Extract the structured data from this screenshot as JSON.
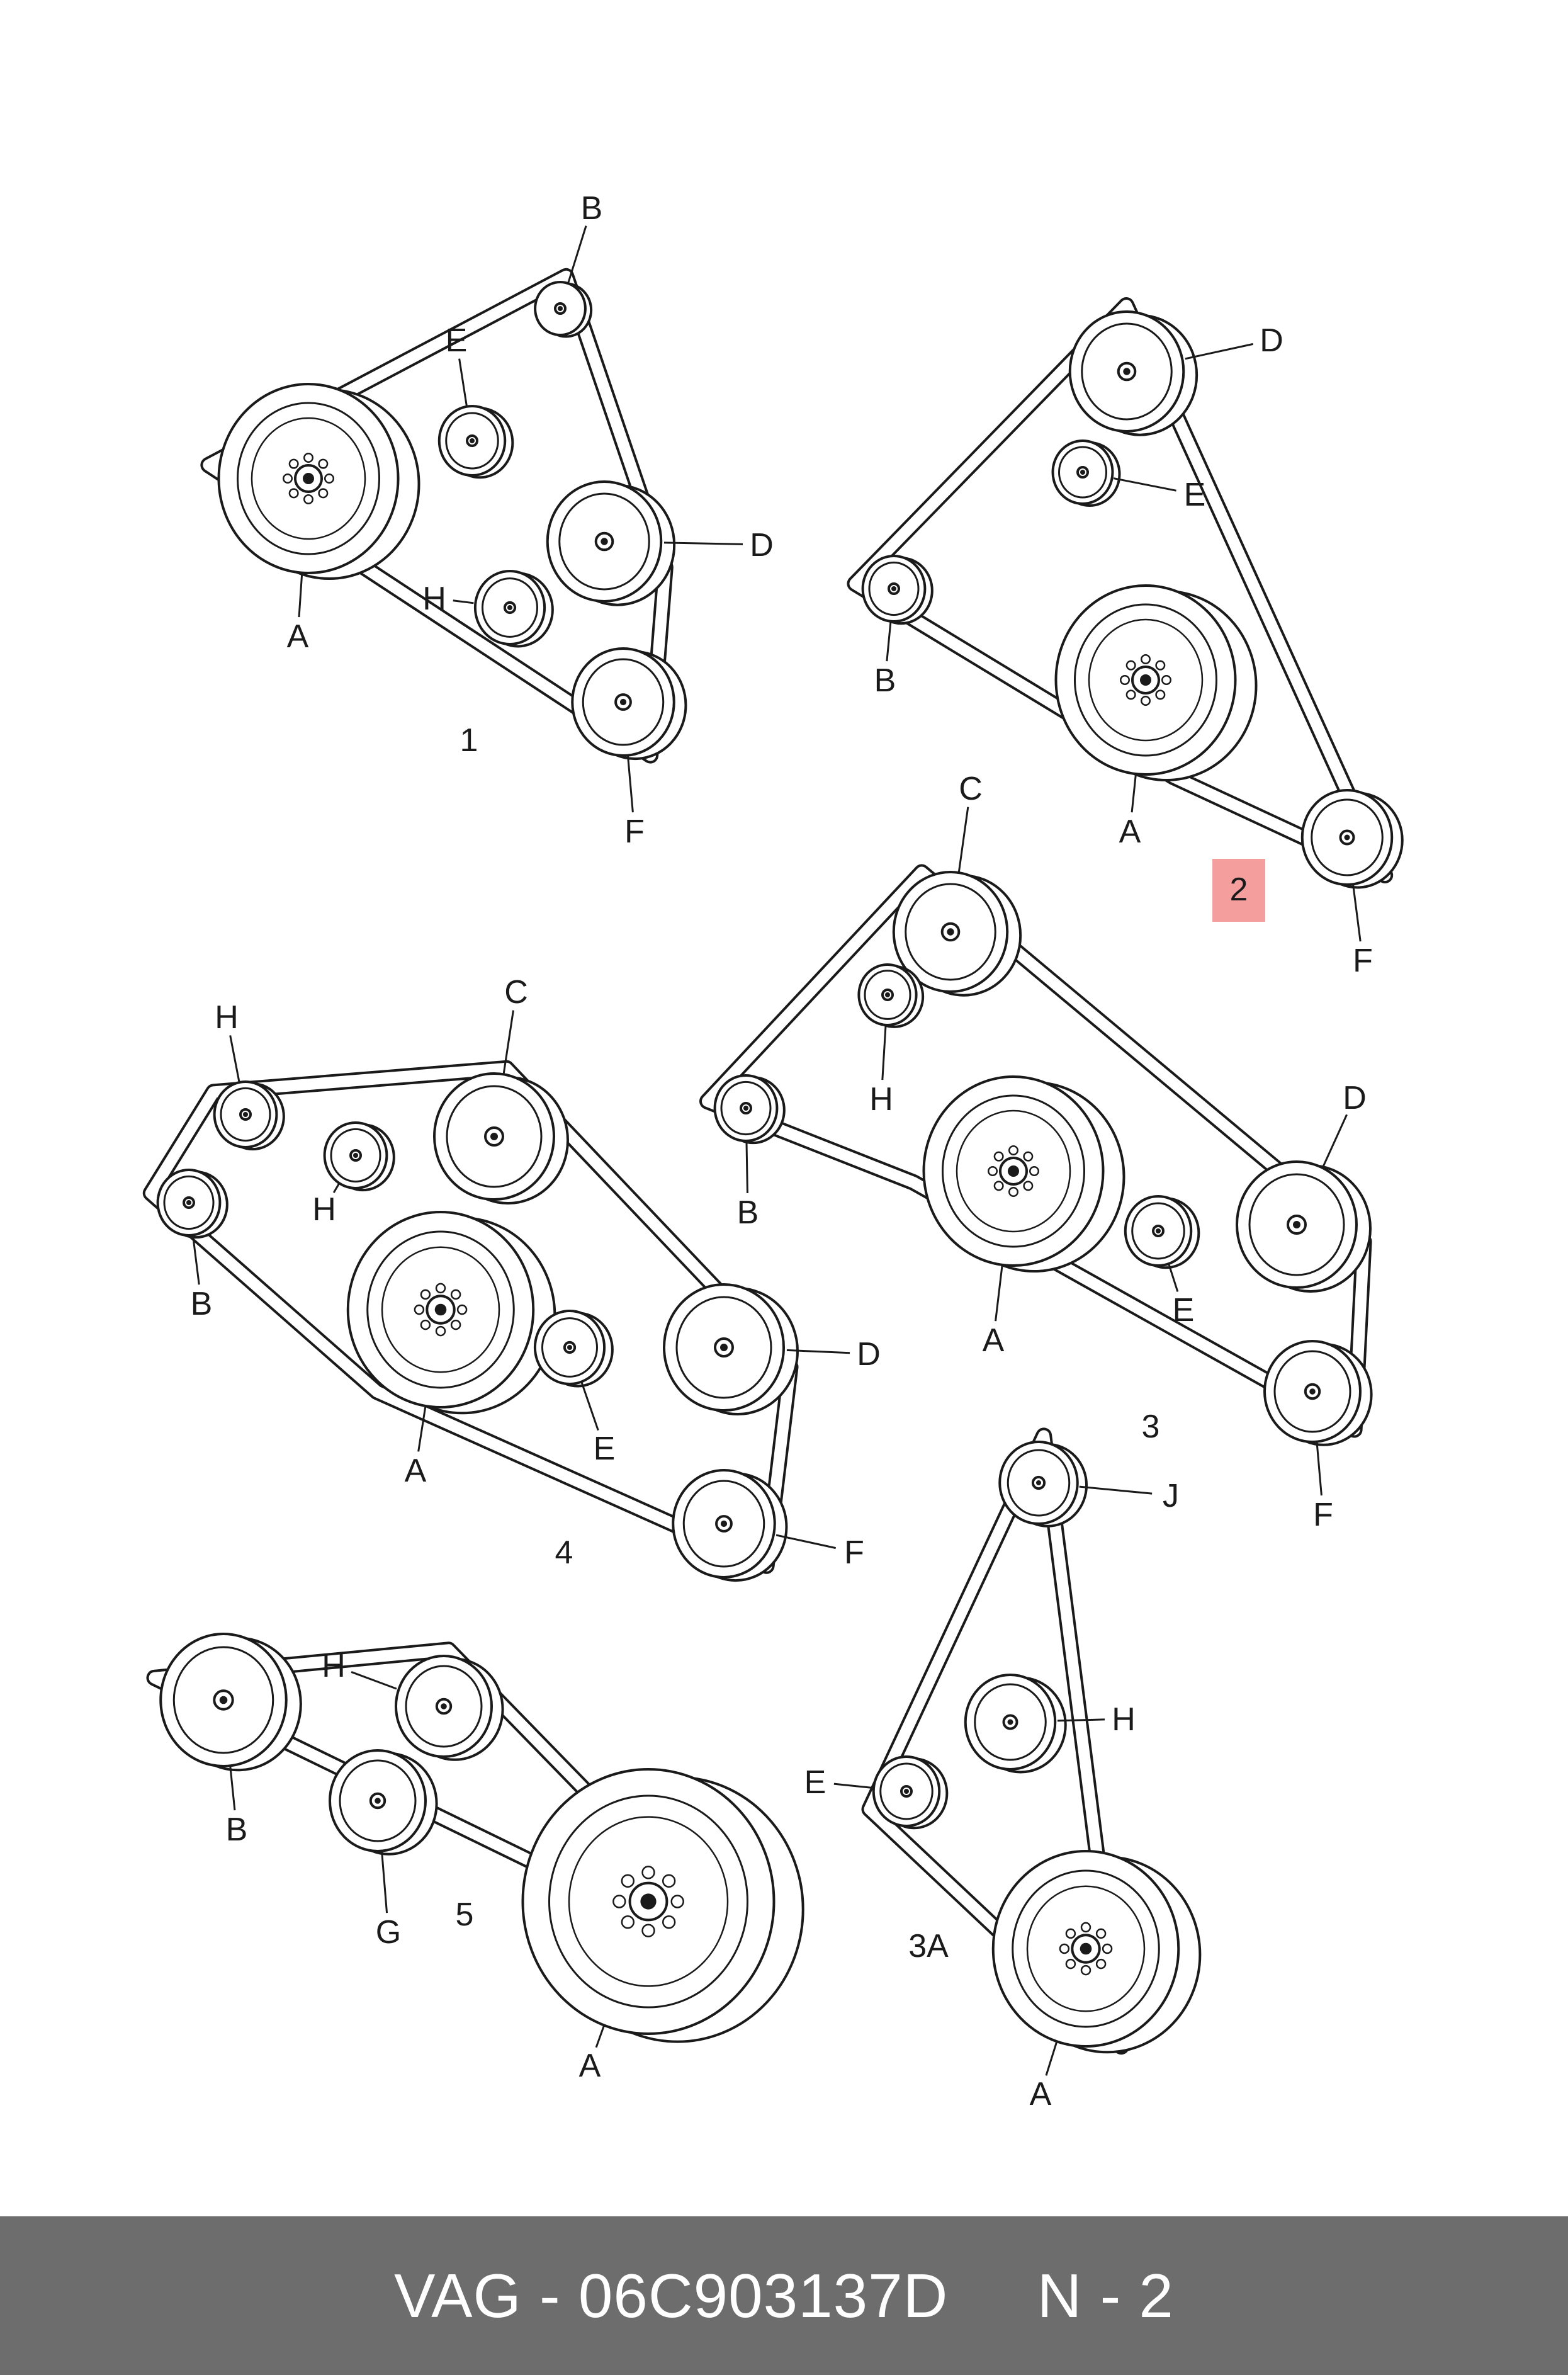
{
  "footer": {
    "brand": "VAG",
    "sep1": " - ",
    "part_number": "06C903137D",
    "gap": "     ",
    "page_code": "N - 2"
  },
  "highlight_color": "#f27d7d",
  "panels": [
    {
      "id": "1",
      "number_label": "1",
      "pulleys": [
        {
          "key": "A",
          "label": "A"
        },
        {
          "key": "B",
          "label": "B"
        },
        {
          "key": "E",
          "label": "E"
        },
        {
          "key": "D",
          "label": "D"
        },
        {
          "key": "H",
          "label": "H"
        },
        {
          "key": "F",
          "label": "F"
        }
      ]
    },
    {
      "id": "2",
      "number_label": "2",
      "highlighted": true,
      "pulleys": [
        {
          "key": "D",
          "label": "D"
        },
        {
          "key": "E",
          "label": "E"
        },
        {
          "key": "B",
          "label": "B"
        },
        {
          "key": "A",
          "label": "A"
        },
        {
          "key": "F",
          "label": "F"
        }
      ]
    },
    {
      "id": "3",
      "number_label": "3",
      "pulleys": [
        {
          "key": "C",
          "label": "C"
        },
        {
          "key": "H",
          "label": "H"
        },
        {
          "key": "B",
          "label": "B"
        },
        {
          "key": "A",
          "label": "A"
        },
        {
          "key": "E",
          "label": "E"
        },
        {
          "key": "D",
          "label": "D"
        },
        {
          "key": "F",
          "label": "F"
        }
      ]
    },
    {
      "id": "4",
      "number_label": "4",
      "pulleys": [
        {
          "key": "H1",
          "label": "H"
        },
        {
          "key": "C",
          "label": "C"
        },
        {
          "key": "H2",
          "label": "H"
        },
        {
          "key": "B",
          "label": "B"
        },
        {
          "key": "A",
          "label": "A"
        },
        {
          "key": "E",
          "label": "E"
        },
        {
          "key": "D",
          "label": "D"
        },
        {
          "key": "F",
          "label": "F"
        }
      ]
    },
    {
      "id": "5",
      "number_label": "5",
      "pulleys": [
        {
          "key": "H",
          "label": "H"
        },
        {
          "key": "B",
          "label": "B"
        },
        {
          "key": "G",
          "label": "G"
        },
        {
          "key": "A",
          "label": "A"
        }
      ]
    },
    {
      "id": "3A",
      "number_label": "3A",
      "pulleys": [
        {
          "key": "J",
          "label": "J"
        },
        {
          "key": "H",
          "label": "H"
        },
        {
          "key": "E",
          "label": "E"
        },
        {
          "key": "A",
          "label": "A"
        }
      ]
    }
  ]
}
